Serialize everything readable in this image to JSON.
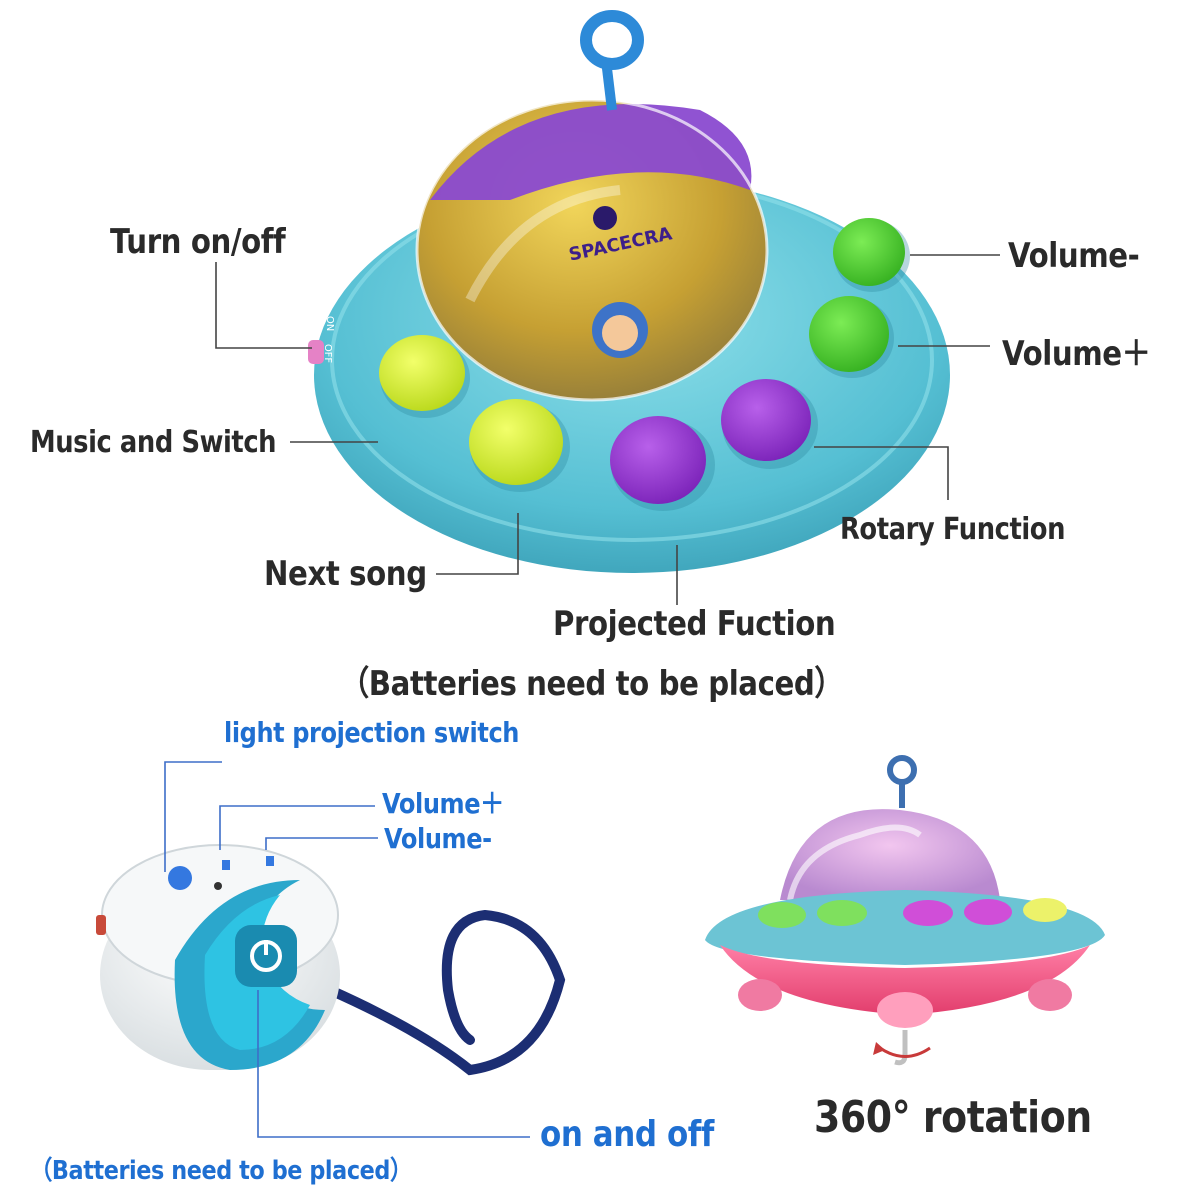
{
  "ufo_top": {
    "labels": {
      "turn_on_off": "Turn on/off",
      "volume_minus": "Volume-",
      "volume_plus": "Volume＋",
      "music_and_switch": "Music and Switch",
      "rotary_function": "Rotary Function",
      "next_song": "Next song",
      "projected_function": "Projected Fuction",
      "batteries_note": "（Batteries need to be placed）"
    },
    "switch_text": {
      "on": "ON",
      "off": "OFF"
    },
    "dome_text": "SPACECRA"
  },
  "remote": {
    "labels": {
      "light_projection_switch": "light projection switch",
      "volume_plus": "Volume＋",
      "volume_minus": "Volume-",
      "on_and_off": "on and off",
      "batteries_note": "（Batteries need to be placed）"
    }
  },
  "ufo_side": {
    "labels": {
      "rotation": "360° rotation"
    }
  },
  "colors": {
    "body_blue": "#5fc4d6",
    "button_yellow": "#d8f02a",
    "button_purple": "#9a3ad8",
    "button_green": "#4fd233",
    "label_dark": "#2a2a2a",
    "label_blue": "#1f6fd1",
    "base_pink": "#f0507a"
  }
}
